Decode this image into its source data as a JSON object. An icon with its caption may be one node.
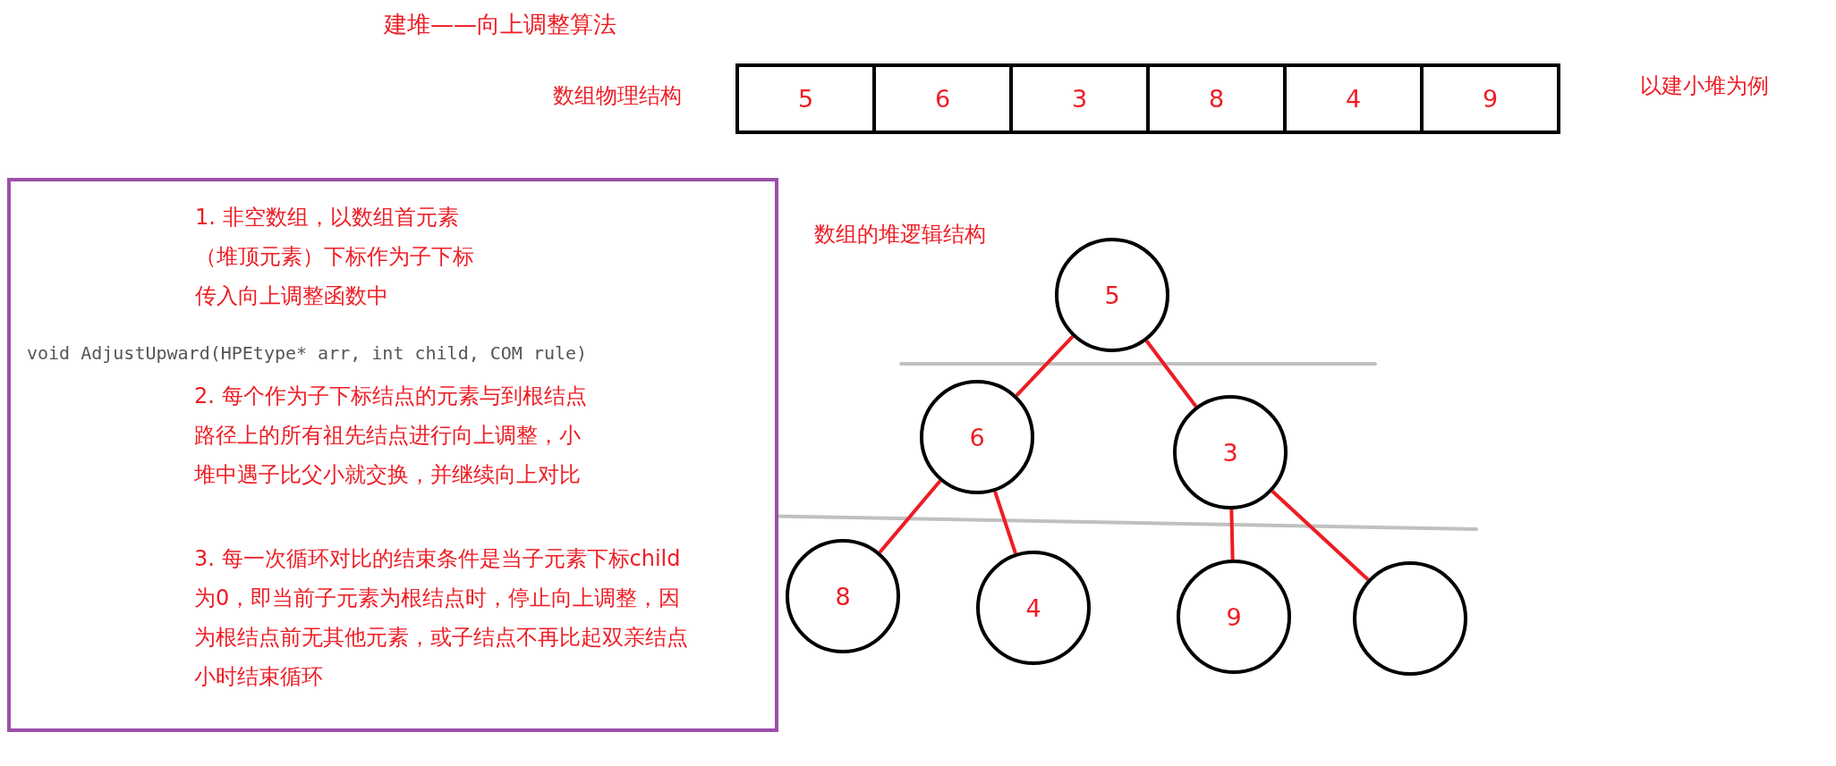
{
  "diagram": {
    "title": "建堆——向上调整算法",
    "nodes": [
      {
        "text": [
          "5"
        ]
      },
      {
        "text": [
          "6"
        ]
      },
      {
        "text": [
          "3"
        ]
      },
      {
        "text": [
          "8"
        ]
      },
      {
        "text": [
          "4"
        ]
      },
      {
        "text": [
          "9"
        ]
      },
      {
        "text": [
          "1. 非空数组，以数组首元素（堆顶元素）下标作为子下标传入向上调整函数中",
          "void AdjustUpward(HPEtype* arr, int child, COM rule)",
          "2. 每个作为子下标结点的元素与到根结点路径上的所有祖先结点进行向上调整，小堆中遇子比父小就交换，并继续向上对比",
          "3. 每一次循环对比的结束条件是当子元素下标child为0，即当前子元素为根结点时，停止向上调整，因为根结点前无其他元素，或子结点不再比起双亲结点小时结束循环"
        ]
      },
      {
        "text": [
          "5"
        ]
      },
      {
        "text": [
          "6"
        ]
      },
      {
        "text": [
          "3"
        ]
      },
      {
        "text": [
          "8"
        ]
      },
      {
        "text": [
          "4"
        ]
      },
      {
        "text": [
          "9"
        ]
      },
      {
        "text": [],
        "shape": "circle"
      }
    ],
    "edges": [
      {
        "from": 7,
        "to": 8,
        "arrow": "none"
      },
      {
        "from": 7,
        "to": 9,
        "arrow": "none"
      },
      {
        "from": 8,
        "to": 10,
        "arrow": "none"
      },
      {
        "from": 8,
        "to": 11,
        "arrow": "none"
      },
      {
        "from": 9,
        "to": 12,
        "arrow": "none"
      },
      {
        "from": 9,
        "to": 13,
        "arrow": "none"
      }
    ],
    "labels": [
      "数组物理结构",
      "以建小堆为例",
      "数组的堆逻辑结构"
    ]
  }
}
